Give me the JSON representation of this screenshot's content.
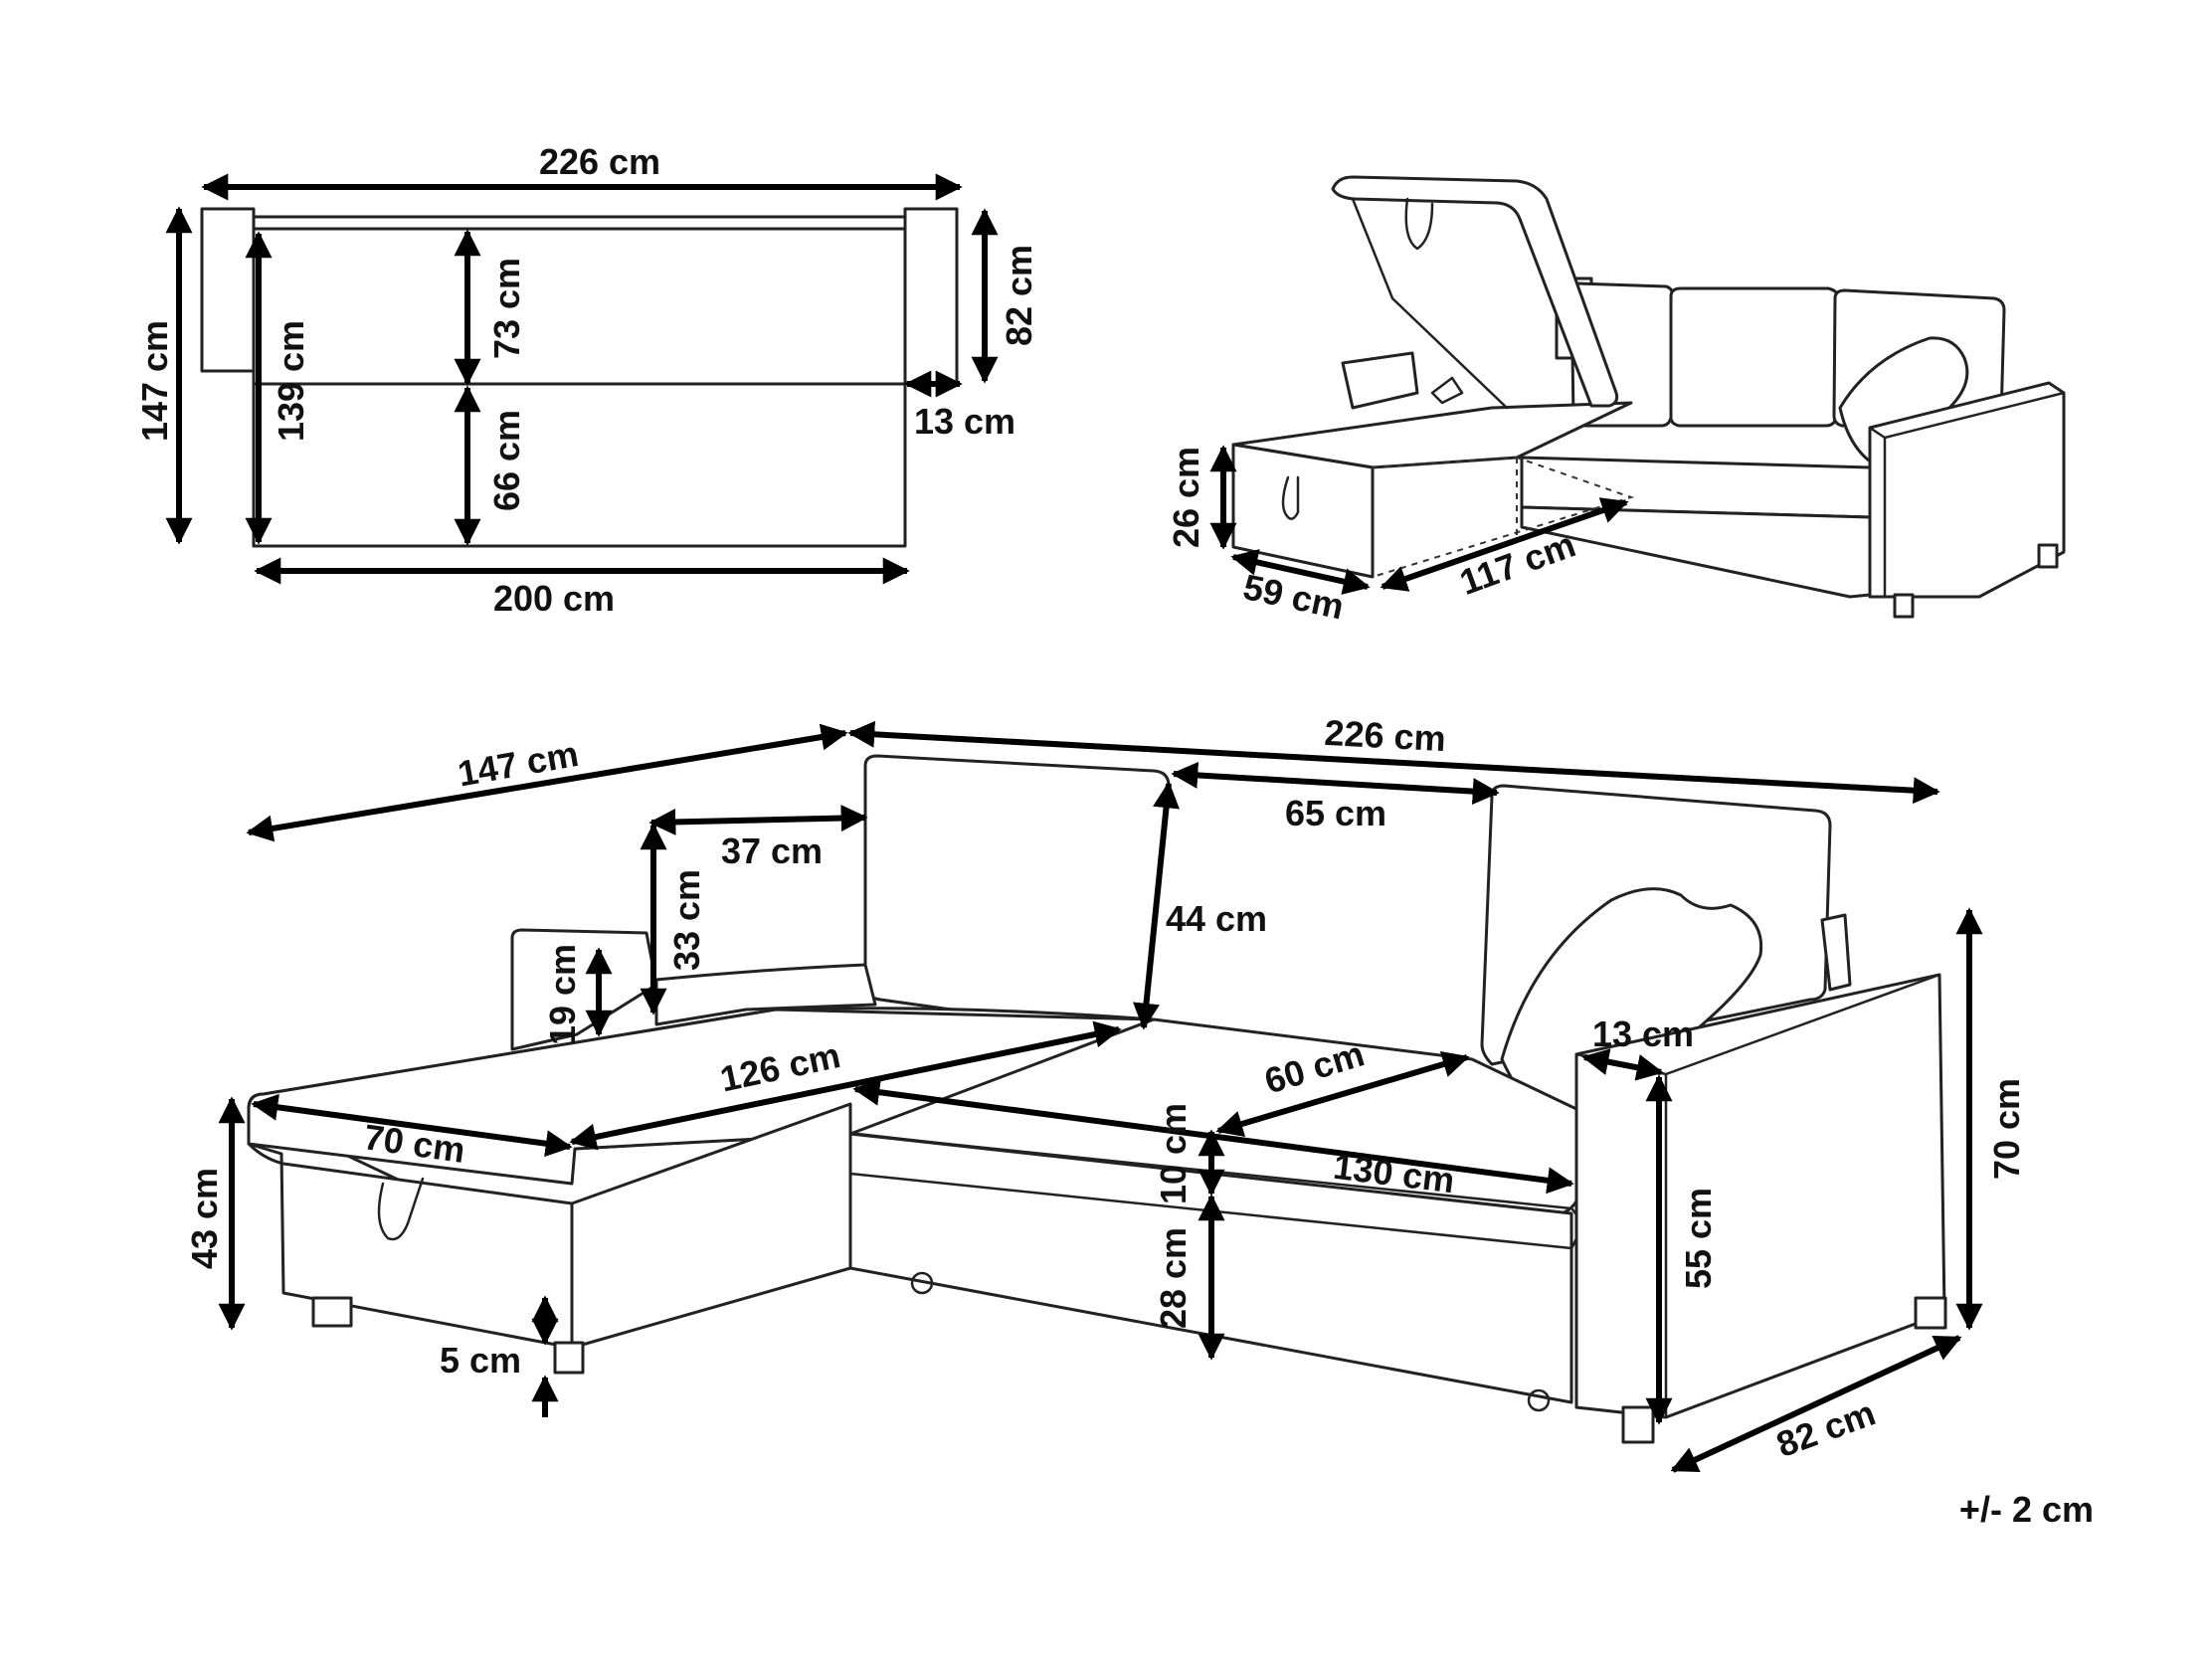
{
  "colors": {
    "line": "#000000",
    "outline": "#222222",
    "background": "#ffffff"
  },
  "top_view": {
    "width_total": "226 cm",
    "depth_total": "147 cm",
    "chaise_inner_length": "139 cm",
    "seat_depth": "73 cm",
    "bed_extension": "66 cm",
    "armrest_depth": "82 cm",
    "armrest_width": "13 cm",
    "bed_width": "200 cm"
  },
  "storage_view": {
    "storage_height": "26 cm",
    "storage_width": "59 cm",
    "storage_length": "117 cm"
  },
  "front_view": {
    "chaise_length": "147 cm",
    "total_width": "226 cm",
    "cushion_width": "37 cm",
    "back_cushion_width": "65 cm",
    "cushion_height": "33 cm",
    "armrest_side_height": "19 cm",
    "backrest_height": "44 cm",
    "chaise_seat_length": "126 cm",
    "seat_depth": "60 cm",
    "armrest_width": "13 cm",
    "chaise_width": "70 cm",
    "cushion_thickness": "10 cm",
    "seat_width": "130 cm",
    "total_height": "70 cm",
    "seat_height": "43 cm",
    "base_height": "28 cm",
    "arm_height": "55 cm",
    "leg_height": "5 cm",
    "total_depth": "82 cm"
  },
  "tolerance": "+/- 2 cm"
}
